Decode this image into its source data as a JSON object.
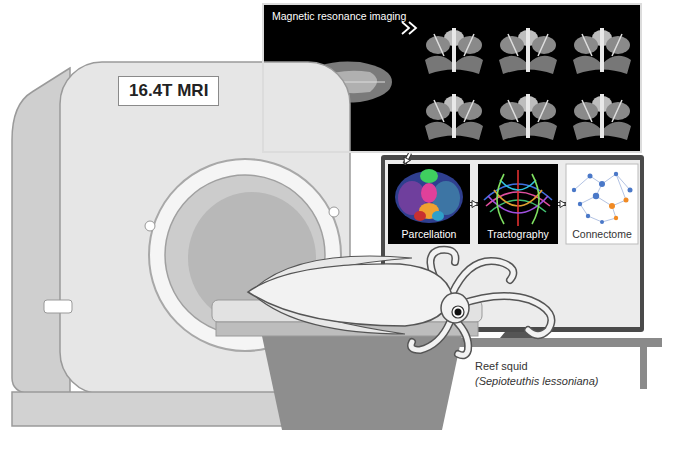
{
  "diagram": {
    "nodes": [
      {
        "text": [
          "Magnetic resonance imaging"
        ]
      },
      {
        "text": [
          "Parcellation"
        ]
      },
      {
        "text": [
          "Tractography"
        ]
      },
      {
        "text": [
          "Connectome"
        ]
      },
      {
        "text": [
          "16.4T MRI"
        ]
      }
    ],
    "edges": [
      {
        "from": 0,
        "to": 1,
        "arrow": "to"
      },
      {
        "from": 1,
        "to": 2,
        "arrow": "to"
      },
      {
        "from": 2,
        "to": 3,
        "arrow": "to"
      }
    ],
    "labels": [
      "Reef squid",
      "(Sepioteuthis lessoniana)"
    ]
  }
}
